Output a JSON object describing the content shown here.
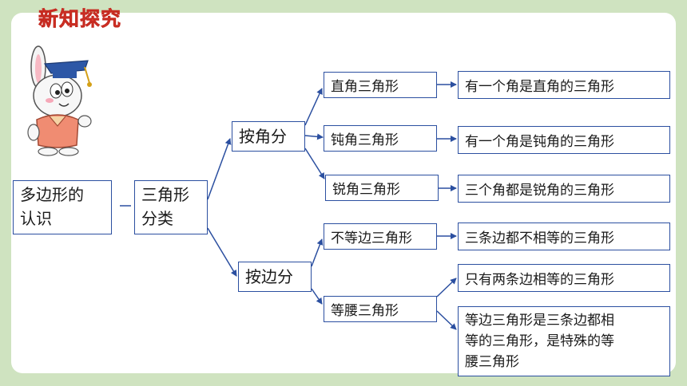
{
  "header": {
    "title": "新知探究"
  },
  "diagram": {
    "root": {
      "line1": "多边形的",
      "line2": "认识"
    },
    "classify": {
      "line1": "三角形",
      "line2": "分类"
    },
    "by_angle": {
      "label": "按角分",
      "types": [
        {
          "name": "直角三角形",
          "definition": "有一个角是直角的三角形"
        },
        {
          "name": "钝角三角形",
          "definition": "有一个角是钝角的三角形"
        },
        {
          "name": "锐角三角形",
          "definition": "三个角都是锐角的三角形"
        }
      ]
    },
    "by_side": {
      "label": "按边分",
      "types": [
        {
          "name": "不等边三角形",
          "definition": "三条边都不相等的三角形"
        },
        {
          "name": "等腰三角形",
          "definition": "只有两条边相等的三角形",
          "extra": {
            "line1": "等边三角形是三条边都相",
            "line2": "等的三角形，是特殊的等",
            "line3": "腰三角形"
          }
        }
      ]
    }
  },
  "colors": {
    "accent": "#2b4fa0",
    "title": "#e03a2e",
    "background": "#cfe3c0"
  }
}
